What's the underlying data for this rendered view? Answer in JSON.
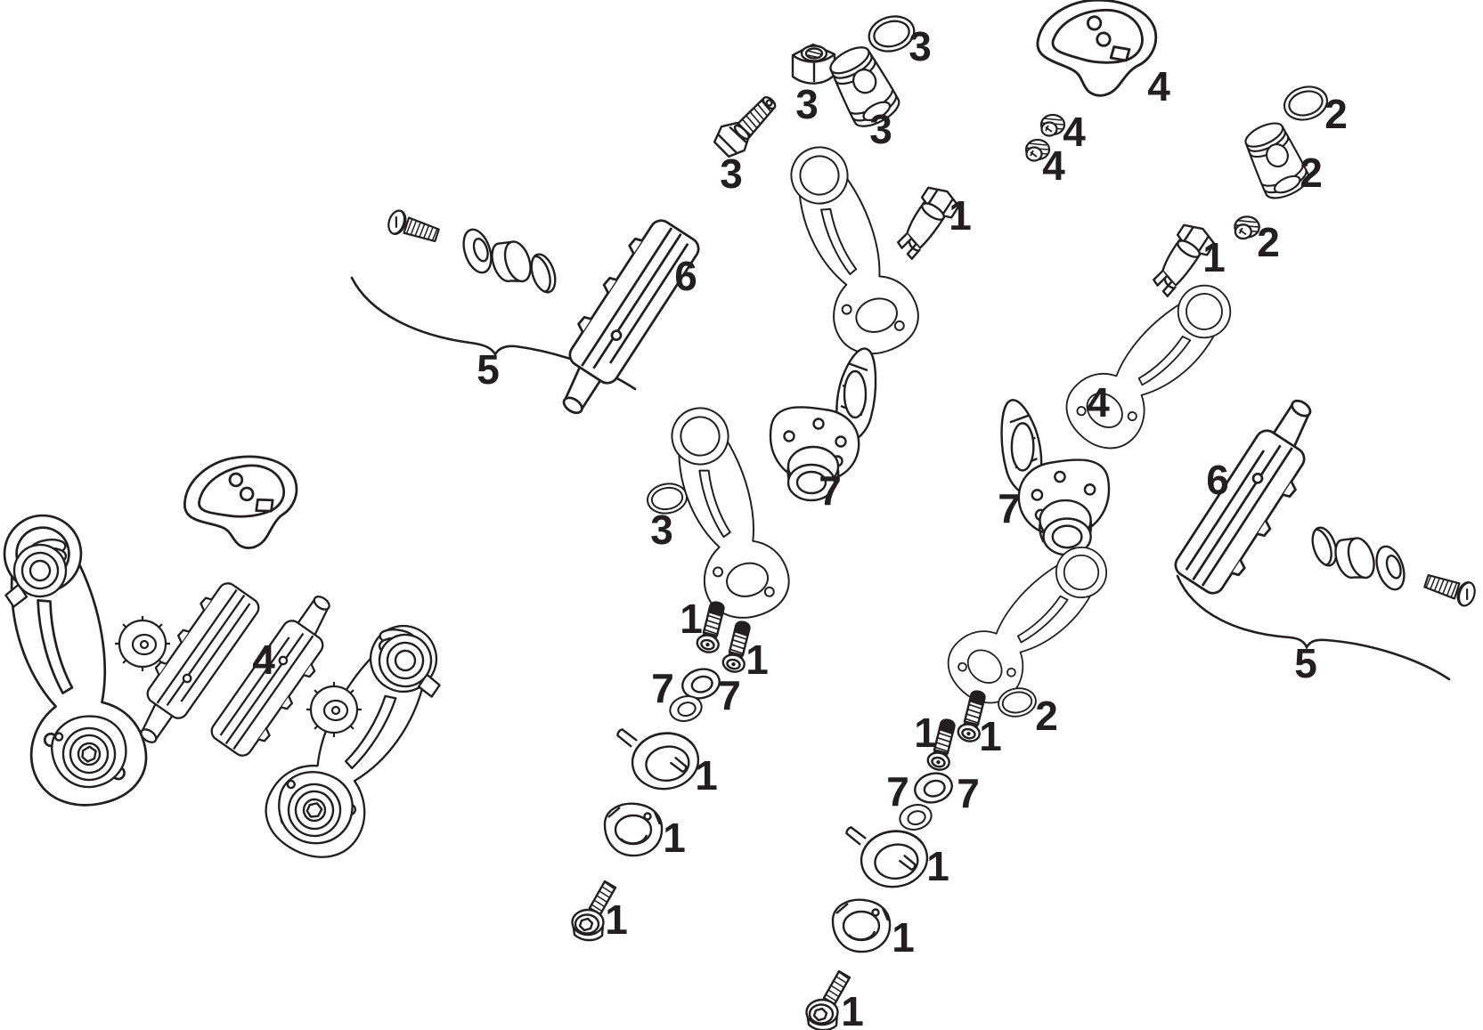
{
  "diagram": {
    "subject": "exploded parts diagram of cantilever rim-brake calipers with numbered callouts",
    "background_color": "#ffffff",
    "line_color": "#231f20",
    "label_color": "#231f20",
    "callouts": [
      {
        "part": "anchor-bolt",
        "text": "3"
      },
      {
        "part": "anchor-nut",
        "text": "3"
      },
      {
        "part": "anchor-barrel",
        "text": "3"
      },
      {
        "part": "anchor-o-ring",
        "text": "3"
      },
      {
        "part": "left-spring-adjuster",
        "text": "1"
      },
      {
        "part": "left-spring-flange",
        "text": "7"
      },
      {
        "part": "left-arm-o-ring",
        "text": "3"
      },
      {
        "part": "left-pivot-bolt-a",
        "text": "1"
      },
      {
        "part": "left-pivot-bolt-b",
        "text": "1"
      },
      {
        "part": "left-washer-a",
        "text": "7"
      },
      {
        "part": "left-washer-b",
        "text": "7"
      },
      {
        "part": "left-return-spring",
        "text": "1"
      },
      {
        "part": "left-cam-nut",
        "text": "1"
      },
      {
        "part": "left-socket-bolt",
        "text": "1"
      },
      {
        "part": "left-brake-pad",
        "text": "6"
      },
      {
        "part": "left-pad-hardware-group",
        "text": "5"
      },
      {
        "part": "cable-yoke",
        "text": "4"
      },
      {
        "part": "yoke-set-screw-a",
        "text": "4"
      },
      {
        "part": "yoke-set-screw-b",
        "text": "4"
      },
      {
        "part": "right-o-ring-top",
        "text": "2"
      },
      {
        "part": "right-barrel",
        "text": "2"
      },
      {
        "part": "right-set-screw",
        "text": "2"
      },
      {
        "part": "right-spring-adjuster",
        "text": "1"
      },
      {
        "part": "right-brake-arm",
        "text": "4"
      },
      {
        "part": "right-spring-flange",
        "text": "7"
      },
      {
        "part": "right-brake-pad",
        "text": "6"
      },
      {
        "part": "right-pad-hardware-group",
        "text": "5"
      },
      {
        "part": "right-arm-o-ring",
        "text": "2"
      },
      {
        "part": "right-pivot-bolt-a",
        "text": "1"
      },
      {
        "part": "right-pivot-bolt-b",
        "text": "1"
      },
      {
        "part": "right-washer-a",
        "text": "7"
      },
      {
        "part": "right-washer-b",
        "text": "7"
      },
      {
        "part": "right-return-spring",
        "text": "1"
      },
      {
        "part": "right-cam-nut",
        "text": "1"
      },
      {
        "part": "right-socket-bolt",
        "text": "1"
      },
      {
        "part": "assembled-brake-pad",
        "text": "4"
      }
    ]
  }
}
